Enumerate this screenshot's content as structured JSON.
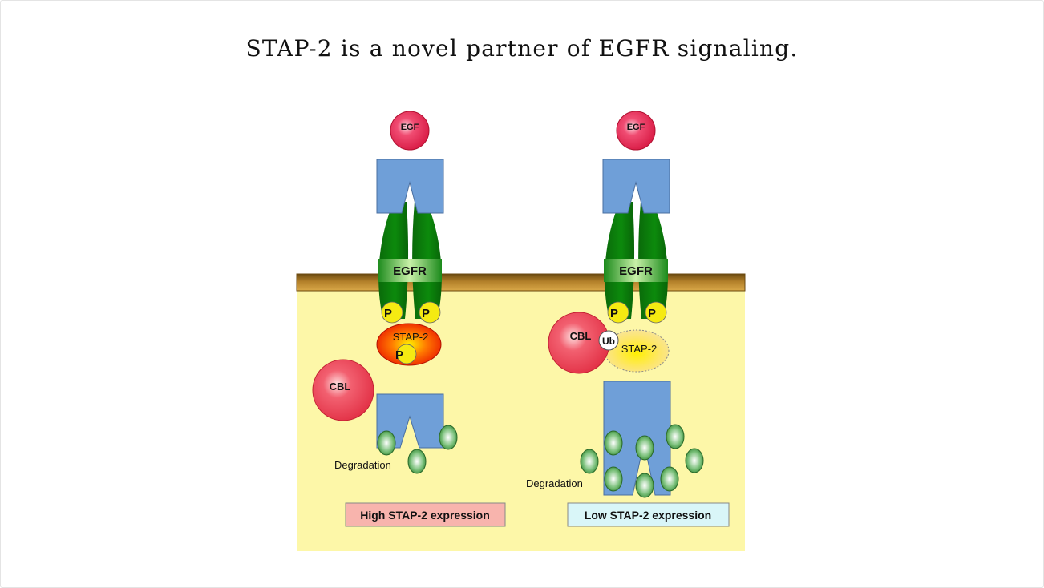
{
  "title": "STAP-2 is a novel partner of EGFR signaling.",
  "labels": {
    "egf": "EGF",
    "egfr": "EGFR",
    "phospho": "P",
    "stap2": "STAP-2",
    "cbl": "CBL",
    "ub": "Ub",
    "degradation": "Degradation",
    "high_expression": "High STAP-2 expression",
    "low_expression": "Low STAP-2 expression"
  },
  "colors": {
    "cytoplasm": "#fdf7a8",
    "membrane": "#a8741c",
    "receptor_box": "#6f9fd8",
    "receptor_body": "#087b08",
    "egf": "#e8305a",
    "phospho": "#f5ea12",
    "cbl": "#ee4b5e",
    "high_box": "#f8b4ad",
    "low_box": "#d9f6f8"
  }
}
